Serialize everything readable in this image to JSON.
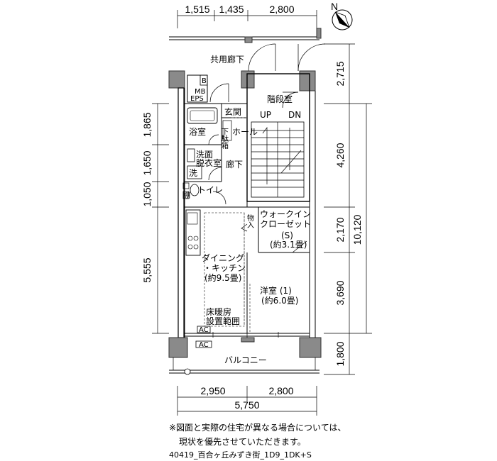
{
  "dimensions": {
    "top": [
      "1,515",
      "1,435",
      "2,800"
    ],
    "bottom_parts": [
      "2,950",
      "2,800"
    ],
    "bottom_total": "5,750",
    "left": [
      "1,865",
      "1,650",
      "1,050",
      "5,555"
    ],
    "right_parts": [
      "2,715",
      "4,260",
      "2,170",
      "3,690",
      "1,800"
    ],
    "right_total": "10,120"
  },
  "rooms": {
    "corridor_shared": "共用廊下",
    "stairwell": "階段室",
    "stair_up": "UP",
    "stair_down": "DN",
    "mb": "MB",
    "eps": "EPS",
    "mb_b": "B",
    "entrance": "玄関",
    "shoe_box": "下駄箱",
    "hall": "ホール",
    "bathroom": "浴室",
    "washroom_line1": "洗面",
    "washroom_line2": "脱衣室",
    "washer": "洗",
    "hallway": "廊下",
    "toilet": "トイレ",
    "shelf": "棚",
    "storage": "物入",
    "wic_line1": "ウォークイン",
    "wic_line2": "クローゼット",
    "wic_line3": "(S)",
    "wic_line4": "(約3.1畳)",
    "dk_line1": "ダイニング",
    "dk_line2": "・キッチン",
    "dk_line3": "(約9.5畳)",
    "floor_heat_line1": "床暖房",
    "floor_heat_line2": "設置範囲",
    "western_line1": "洋室 (1)",
    "western_line2": "(約6.0畳)",
    "ac_inner": "AC",
    "ac_outer": "AC",
    "balcony": "バルコニー",
    "north": "N"
  },
  "note_line1": "※図面と実際の住宅が異なる場合については、",
  "note_line2": "現状を優先させていただきます。",
  "caption": "40419_百合ヶ丘みずき街_1D9_1DK+S"
}
